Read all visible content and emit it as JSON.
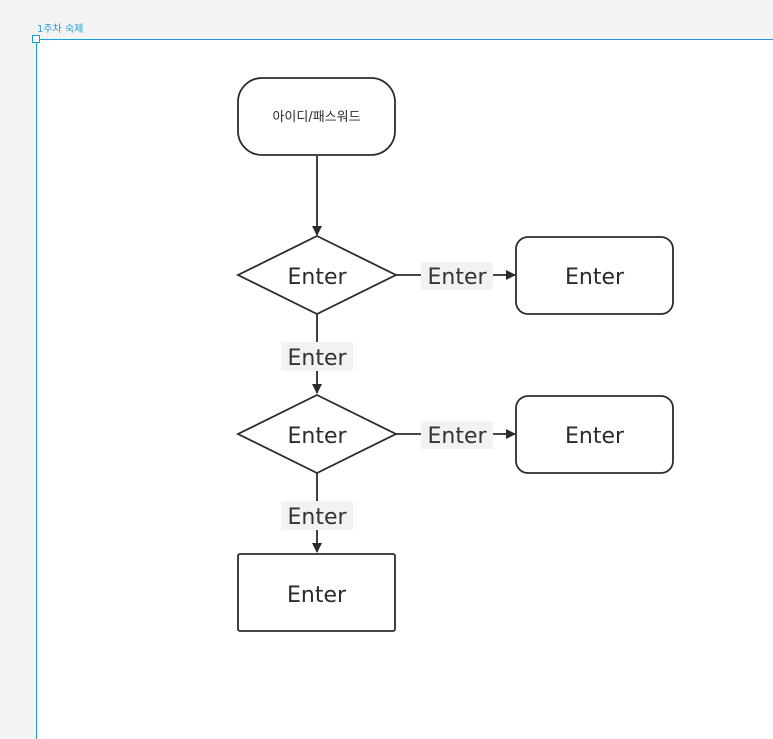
{
  "frame": {
    "title": "1주차 숙제",
    "accent_color": "#1e9bd7"
  },
  "diagram": {
    "nodes": [
      {
        "id": "start",
        "shape": "rounded-rect",
        "label": "아이디/패스워드"
      },
      {
        "id": "decision1",
        "shape": "diamond",
        "label": "Enter"
      },
      {
        "id": "process1",
        "shape": "rounded-rect",
        "label": "Enter"
      },
      {
        "id": "decision2",
        "shape": "diamond",
        "label": "Enter"
      },
      {
        "id": "process2",
        "shape": "rounded-rect",
        "label": "Enter"
      },
      {
        "id": "end",
        "shape": "rect",
        "label": "Enter"
      }
    ],
    "edges": [
      {
        "from": "start",
        "to": "decision1",
        "label": ""
      },
      {
        "from": "decision1",
        "to": "process1",
        "label": "Enter"
      },
      {
        "from": "decision1",
        "to": "decision2",
        "label": "Enter"
      },
      {
        "from": "decision2",
        "to": "process2",
        "label": "Enter"
      },
      {
        "from": "decision2",
        "to": "end",
        "label": "Enter"
      }
    ],
    "stroke_color": "#2b2b2b",
    "label_bg_color": "#f2f2f2"
  }
}
